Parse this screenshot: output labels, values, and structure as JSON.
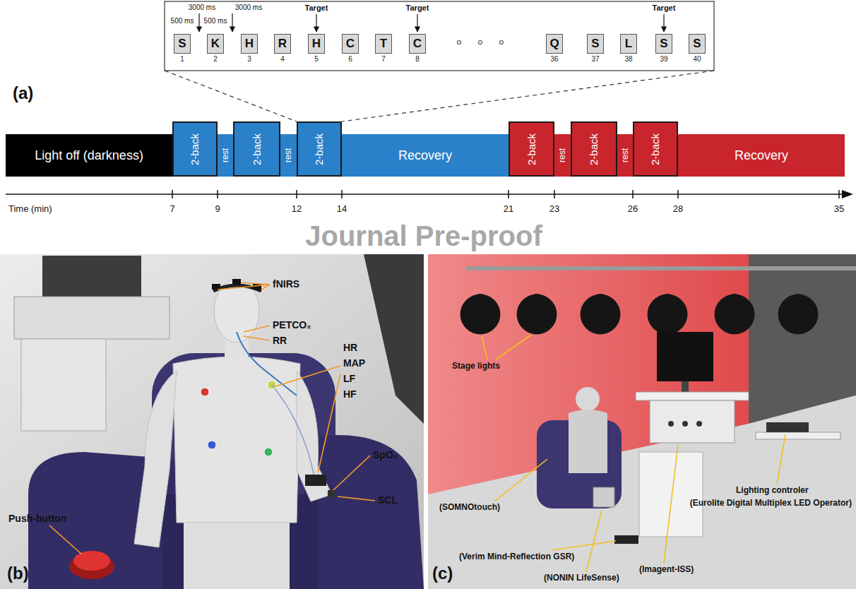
{
  "diagram": {
    "nodes": [
      {
        "text": [
          "S",
          "1"
        ]
      },
      {
        "text": [
          "K",
          "2"
        ]
      },
      {
        "text": [
          "H",
          "3"
        ]
      },
      {
        "text": [
          "R",
          "4"
        ]
      },
      {
        "text": [
          "H",
          "5"
        ]
      },
      {
        "text": [
          "C",
          "6"
        ]
      },
      {
        "text": [
          "T",
          "7"
        ]
      },
      {
        "text": [
          "C",
          "8"
        ]
      },
      {
        "text": [
          "Q",
          "36"
        ]
      },
      {
        "text": [
          "S",
          "37"
        ]
      },
      {
        "text": [
          "L",
          "38"
        ]
      },
      {
        "text": [
          "S",
          "39"
        ]
      },
      {
        "text": [
          "S",
          "40"
        ]
      },
      {
        "text": [
          "Light off (darkness)"
        ]
      },
      {
        "text": [
          "2-back"
        ]
      },
      {
        "text": [
          "rest"
        ]
      },
      {
        "text": [
          "2-back"
        ]
      },
      {
        "text": [
          "rest"
        ]
      },
      {
        "text": [
          "2-back"
        ]
      },
      {
        "text": [
          "Recovery"
        ]
      },
      {
        "text": [
          "2-back"
        ]
      },
      {
        "text": [
          "rest"
        ]
      },
      {
        "text": [
          "2-back"
        ]
      },
      {
        "text": [
          "rest"
        ]
      },
      {
        "text": [
          "2-back"
        ]
      },
      {
        "text": [
          "Recovery"
        ]
      }
    ],
    "labels": [
      "500 ms",
      "3000 ms",
      "500 ms",
      "3000 ms",
      "Target",
      "Target",
      "Target",
      "(a)",
      "Time (min)",
      "7",
      "9",
      "12",
      "14",
      "21",
      "23",
      "26",
      "28",
      "35",
      "fNIRS",
      "PETCO₂",
      "RR",
      "HR",
      "MAP",
      "LF",
      "HF",
      "SpO₂",
      "SCL",
      "Push-button",
      "(b)",
      "Stage lights",
      "(SOMNOtouch)",
      "(Verim Mind-Reflection GSR)",
      "(NONIN LifeSense)",
      "(Imagent-ISS)",
      "Lighting controler",
      "(Eurolite Digital Multiplex LED Operator)",
      "(c)",
      "Journal Pre-proof"
    ]
  }
}
